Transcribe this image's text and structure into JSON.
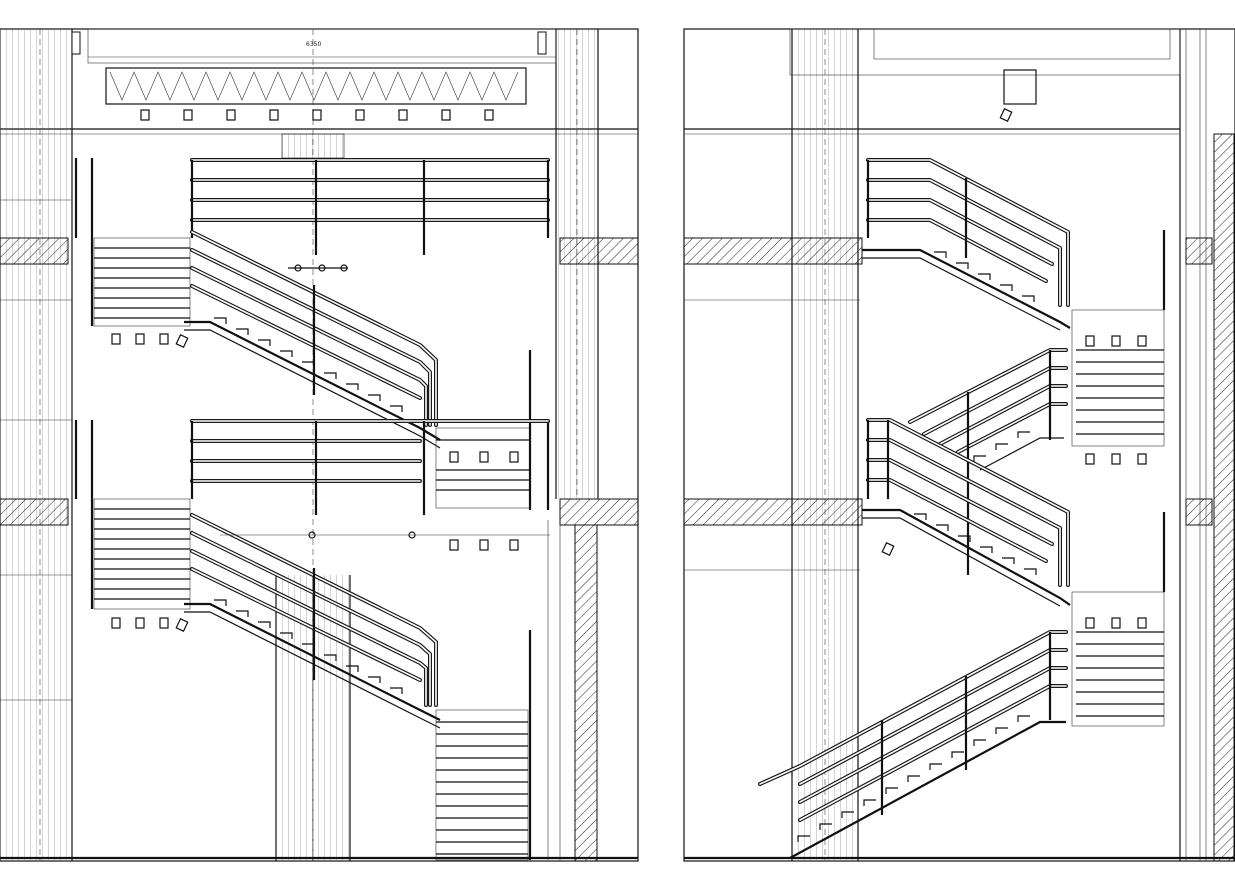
{
  "drawing": {
    "type": "architectural-section",
    "subject": "stair",
    "dimension_label": "6350"
  },
  "colors": {
    "line": "#111111",
    "background": "#ffffff"
  }
}
